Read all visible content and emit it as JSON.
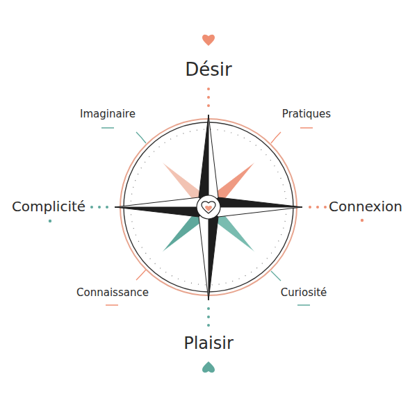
{
  "diagram": {
    "labels": [
      "Désir",
      "Imaginaire",
      "Pratiques",
      "Complicité",
      "Connexion",
      "Connaissance",
      "Curiosité",
      "Plaisir"
    ]
  }
}
